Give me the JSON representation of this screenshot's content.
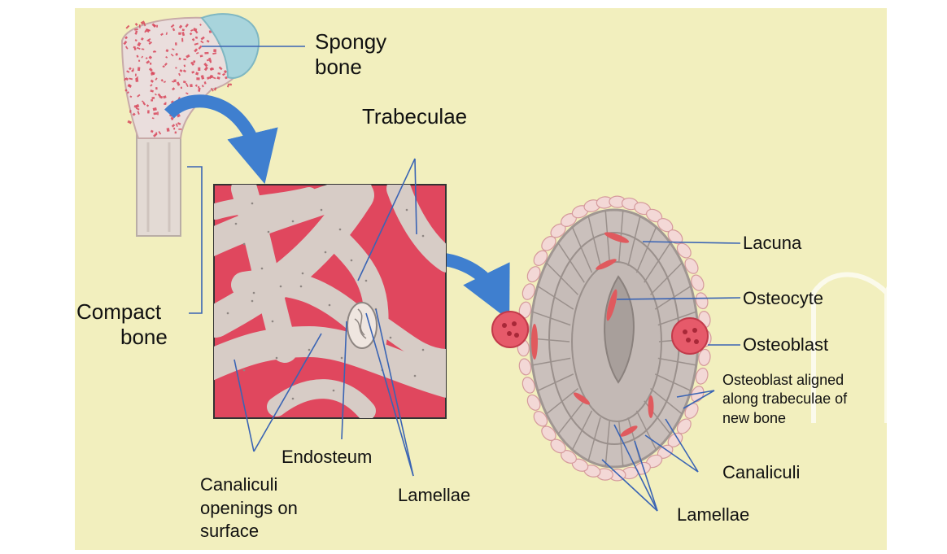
{
  "diagram": {
    "colors": {
      "panel": "#f2efbe",
      "bone_tissue": "#e2d8d2",
      "marrow": "#e0475e",
      "arrow": "#3f7fcf",
      "leader": "#3a64b4",
      "cartilage_cap": "#a8d4dc",
      "osteoblast": "#e65a6a"
    },
    "labels": {
      "spongy": [
        "Spongy",
        "bone"
      ],
      "compact": [
        "Compact",
        "bone"
      ],
      "trabeculae": "Trabeculae",
      "endosteum": "Endosteum",
      "canaliculi_openings": [
        "Canaliculi",
        "openings on",
        "surface"
      ],
      "lamellae_left": "Lamellae",
      "lacuna": "Lacuna",
      "osteocyte": "Osteocyte",
      "osteoblast": "Osteoblast",
      "osteoblast_aligned": [
        "Osteoblast aligned",
        "along trabeculae of",
        "new bone"
      ],
      "canaliculi_right": "Canaliculi",
      "lamellae_right": "Lamellae"
    }
  }
}
